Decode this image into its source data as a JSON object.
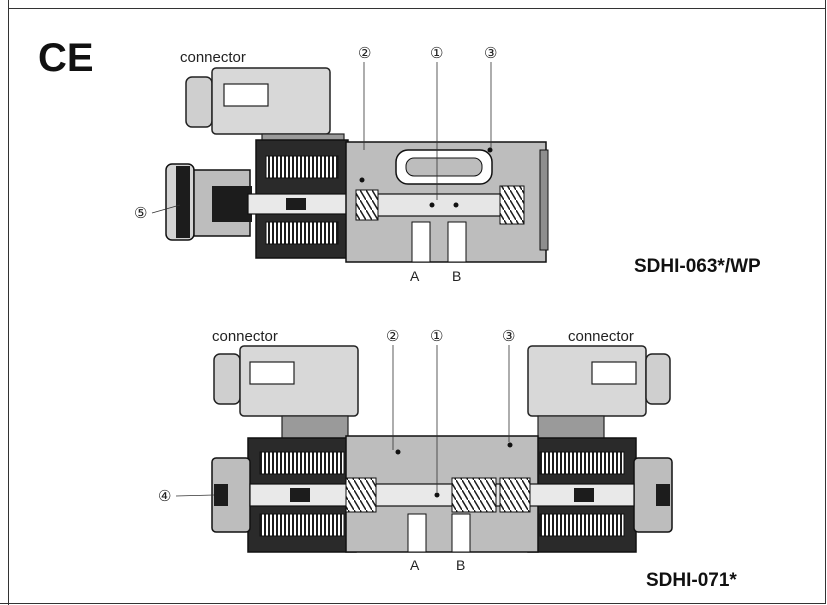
{
  "certification": {
    "mark": "CE"
  },
  "top_valve": {
    "model": "SDHI-063*/WP",
    "connector_label": "connector",
    "callouts": [
      "②",
      "①",
      "③",
      "⑤"
    ],
    "ports": [
      "A",
      "B"
    ]
  },
  "bottom_valve": {
    "model": "SDHI-071*",
    "connector_left_label": "connector",
    "connector_right_label": "connector",
    "callouts": [
      "②",
      "①",
      "③",
      "④"
    ],
    "ports": [
      "A",
      "B"
    ]
  },
  "colors": {
    "body_gray": "#bdbdbd",
    "dark": "#1c1c1c",
    "light_gray": "#e6e6e6",
    "mid_gray": "#8e8e8e"
  }
}
